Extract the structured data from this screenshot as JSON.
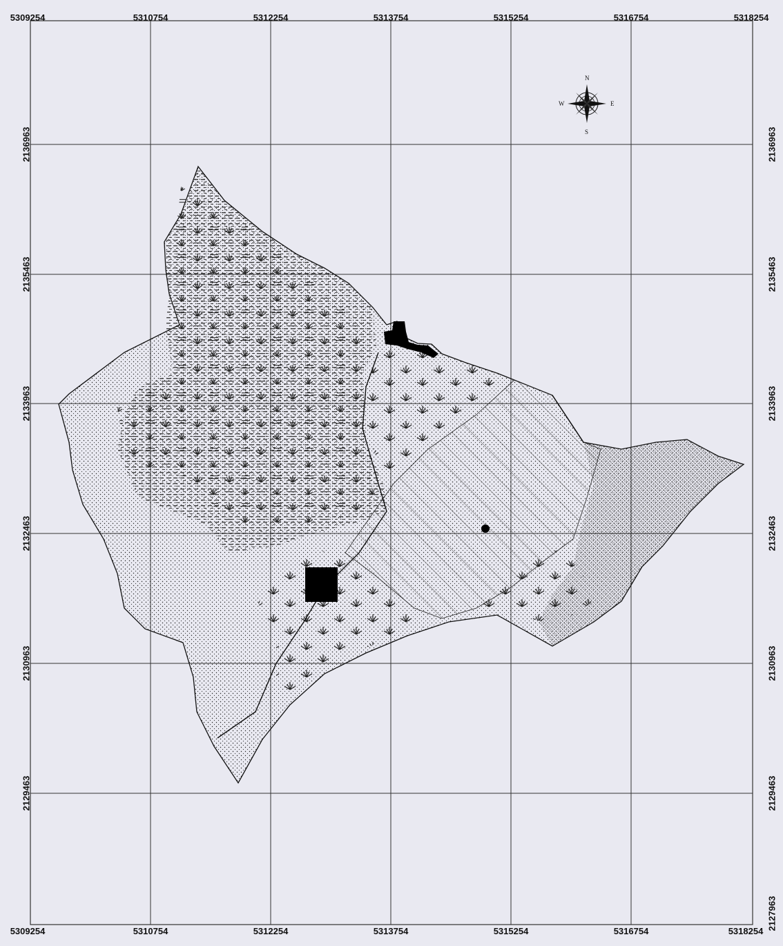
{
  "grid": {
    "eastings": [
      "5309254",
      "5310754",
      "5312254",
      "5313754",
      "5315254",
      "5316754",
      "5318254"
    ],
    "northings": [
      "2136963",
      "2135463",
      "2133963",
      "2132463",
      "2130963",
      "2129463"
    ],
    "northing_bottom": "2127963"
  },
  "compass": {
    "north": "N",
    "south": "S",
    "east": "E",
    "west": "W",
    "icon": "compass-rose-icon"
  },
  "colors": {
    "background": "#e9e9f1",
    "gridline": "#333333",
    "feature": "#000000"
  }
}
